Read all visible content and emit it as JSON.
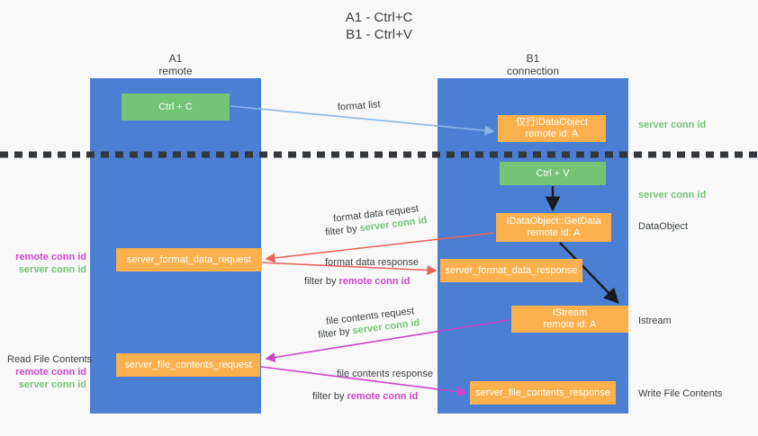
{
  "title": {
    "line1": "A1 - Ctrl+C",
    "line2": "B1 - Ctrl+V"
  },
  "lanes": {
    "left": {
      "name": "A1",
      "role": "remote"
    },
    "right": {
      "name": "B1",
      "role": "connection"
    }
  },
  "colors": {
    "lane": "#4a7fd4",
    "green_node": "#74c476",
    "orange_node": "#fbb04e",
    "server_conn_id": "#74c476",
    "remote_conn_id": "#cc44cc",
    "blue_arrow": "#8ab6e8",
    "red_arrow": "#e8645a",
    "magenta_arrow": "#cc44cc",
    "black_arrow": "#1a1a1a",
    "background": "#f8f8f8"
  },
  "nodes": {
    "ctrl_c": {
      "label": "Ctrl + C"
    },
    "ctrl_v": {
      "label": "Ctrl + V"
    },
    "idataobject_copy": {
      "line1": "仅行IDataObject",
      "line2": "remote id: A"
    },
    "getdata": {
      "line1": "IDataObject::GetData",
      "line2": "remote id: A"
    },
    "istream": {
      "line1": "IStream",
      "line2": "remote id: A"
    },
    "format_data_request": {
      "label": "server_format_data_request"
    },
    "format_data_response": {
      "label": "server_format_data_response"
    },
    "file_contents_request": {
      "label": "server_file_contents_request"
    },
    "file_contents_response": {
      "label": "server_file_contents_response"
    }
  },
  "arrow_labels": {
    "format_list": "format list",
    "format_data_request": "format data request",
    "filter_by": "filter by ",
    "server_conn_id": "server conn id",
    "remote_conn_id": "remote conn id",
    "format_data_response": "format data response",
    "file_contents_request": "file contents request",
    "file_contents_response": "file contents response"
  },
  "side_labels": {
    "server_conn_id_top": "server conn id",
    "server_conn_id_mid": "server conn id",
    "dataobject": "DataObject",
    "istream": "Istream",
    "write_file_contents": "Write File Contents"
  },
  "left_labels": {
    "remote_conn_id": "remote conn id",
    "server_conn_id": "server conn id",
    "read_file_contents": "Read File Contents"
  }
}
